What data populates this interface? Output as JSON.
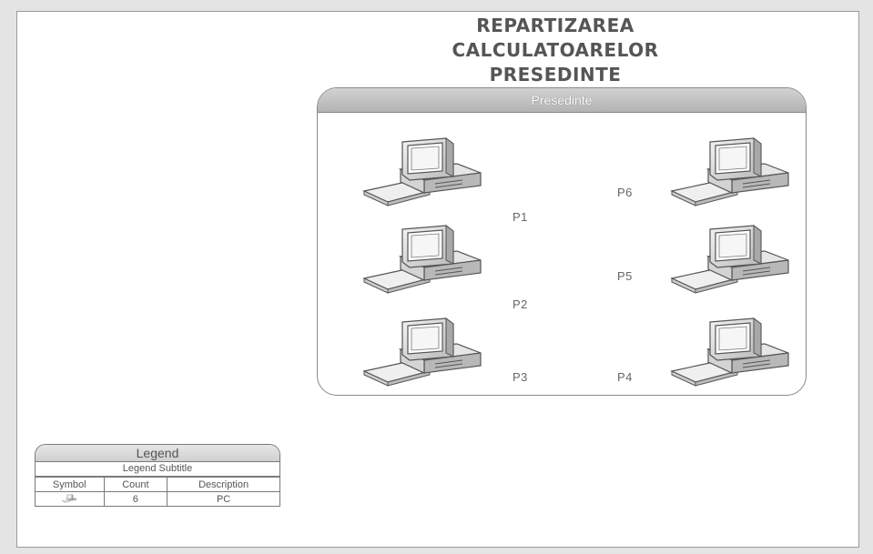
{
  "diagram": {
    "title": "REPARTIZAREA\nCALCULATOARELOR\nPRESEDINTE",
    "container": {
      "label": "Presedinte"
    },
    "computers": [
      {
        "label": "P1",
        "icon": "pc-icon"
      },
      {
        "label": "P2",
        "icon": "pc-icon"
      },
      {
        "label": "P3",
        "icon": "pc-icon"
      },
      {
        "label": "P4",
        "icon": "pc-icon"
      },
      {
        "label": "P5",
        "icon": "pc-icon"
      },
      {
        "label": "P6",
        "icon": "pc-icon"
      }
    ]
  },
  "legend": {
    "title": "Legend",
    "subtitle": "Legend Subtitle",
    "columns": [
      "Symbol",
      "Count",
      "Description"
    ],
    "rows": [
      {
        "symbol": "pc-icon",
        "count": "6",
        "description": "PC"
      }
    ]
  }
}
